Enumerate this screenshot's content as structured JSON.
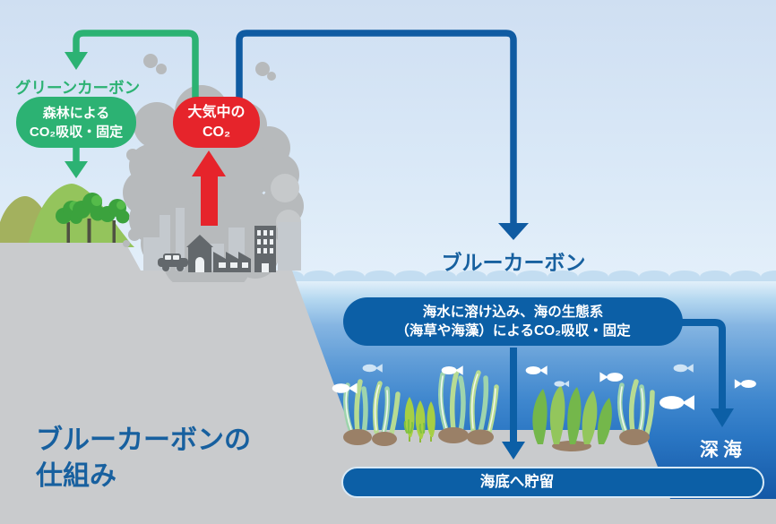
{
  "diagram": {
    "title": {
      "line1": "ブルーカーボンの",
      "line2": "仕組み"
    },
    "green_carbon": {
      "label": "グリーンカーボン",
      "forest_box": {
        "line1": "森林による",
        "line2": "CO₂吸収・固定"
      }
    },
    "atmosphere": {
      "line1": "大気中の",
      "line2": "CO₂"
    },
    "blue_carbon": {
      "label": "ブルーカーボン",
      "ocean_box": {
        "line1": "海水に溶け込み、海の生態系",
        "line2": "（海草や海藻）によるCO₂吸収・固定"
      },
      "deep_sea_label": "深海",
      "seabed_box_label": "海底へ貯留"
    }
  },
  "colors": {
    "green": "#2cb273",
    "blue_line": "#0f5ba2",
    "blue_box": "#0c5fa6",
    "red": "#e6242b",
    "label_blue": "#17609f",
    "sky_top": "#cfdff2",
    "sky_bottom": "#f1f8fd",
    "sea_top": "#e6f2fb",
    "sea_deep": "#1458a6",
    "wave_blue": "#c3ddf1",
    "land_gray": "#c9cbcd",
    "smoke_gray": "#b7babc",
    "city_dark": "#63686c",
    "city_light": "#c4c9ce",
    "mound_brown": "#9a8067",
    "seagrass_mint": "#9ed4ad",
    "seagrass_light": "#b7db93",
    "seaweed_dark": "#74b74b",
    "seaweed_mid": "#93c65c",
    "wakame_small": "#a6cf45",
    "mountain_olive": "#a3b15e",
    "mountain_green": "#94c45c",
    "tree_green": "#3ba23d",
    "tree_accent": "#55bb4a",
    "fish_white": "#ffffff",
    "fish_blue": "#cfe4f5"
  }
}
